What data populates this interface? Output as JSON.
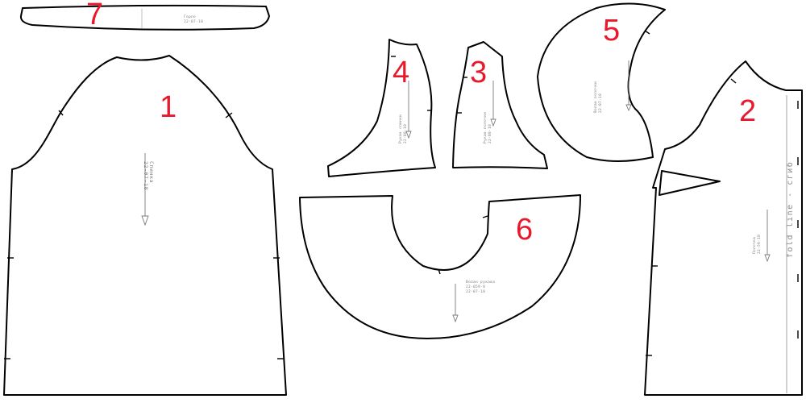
{
  "colors": {
    "outline": "#000000",
    "number": "#e8192c",
    "label": "#7f7f7f"
  },
  "pieces": {
    "back": {
      "number": "1",
      "label_lines": [
        "Спинка",
        "22-07-18"
      ]
    },
    "front": {
      "number": "2",
      "label_lines": [
        "Полочка",
        "22-59-18"
      ],
      "fold_text": "fold line - сгиб"
    },
    "sleeve_front": {
      "number": "3",
      "label_lines": [
        "Рукав полочки",
        "22-08-18"
      ]
    },
    "sleeve_back": {
      "number": "4",
      "label_lines": [
        "Рукав спинки",
        "22-08-18"
      ]
    },
    "front_ruffle": {
      "number": "5",
      "label_lines": [
        "Волан полочки",
        "22-07-18"
      ]
    },
    "sleeve_ruffle": {
      "number": "6",
      "label_lines": [
        "Волан рукава",
        "22-059-8",
        "22-07-18"
      ]
    },
    "neckband": {
      "number": "7",
      "label_lines": [
        "Горло",
        "22-07-18"
      ]
    }
  }
}
